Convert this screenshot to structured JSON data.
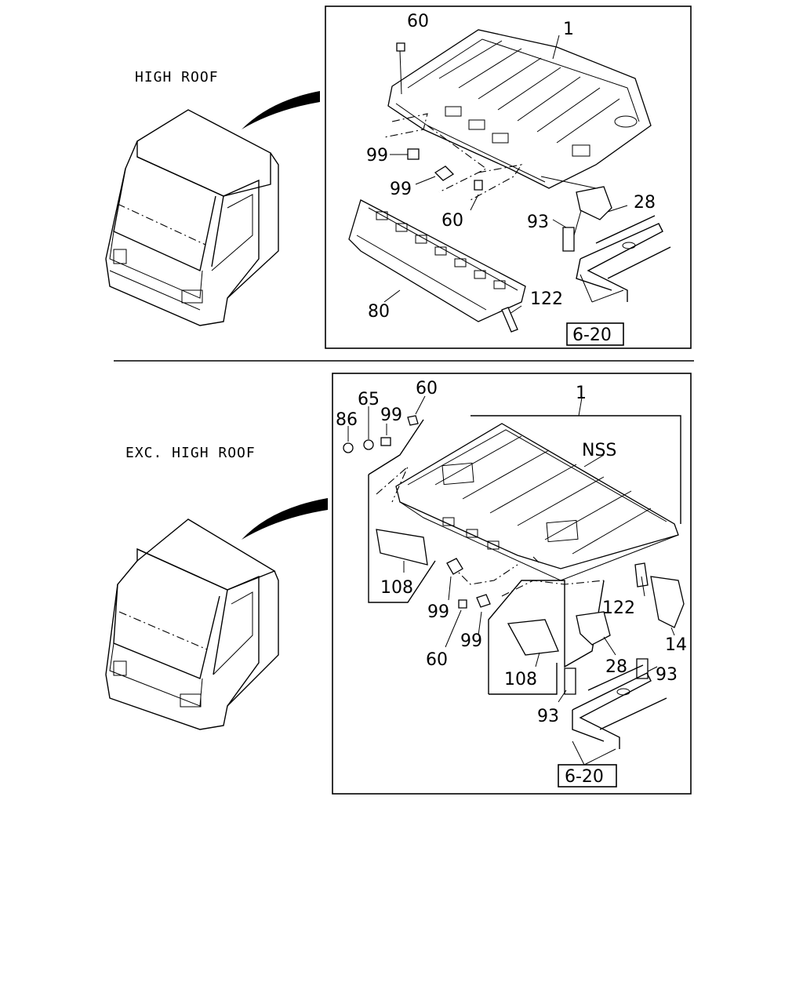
{
  "sections": {
    "top": {
      "title": "HIGH ROOF",
      "callouts": {
        "c60a": "60",
        "c1": "1",
        "c99a": "99",
        "c99b": "99",
        "c60b": "60",
        "c28": "28",
        "c93": "93",
        "c80": "80",
        "c122": "122",
        "ref": "6-20"
      }
    },
    "bottom": {
      "title": "EXC. HIGH ROOF",
      "callouts": {
        "c86": "86",
        "c65": "65",
        "c99a": "99",
        "c60a": "60",
        "c1": "1",
        "nss": "NSS",
        "c108a": "108",
        "c99b": "99",
        "c60b": "60",
        "c99c": "99",
        "c108b": "108",
        "c28": "28",
        "c122": "122",
        "c14": "14",
        "c93a": "93",
        "c93b": "93",
        "ref": "6-20"
      }
    }
  }
}
